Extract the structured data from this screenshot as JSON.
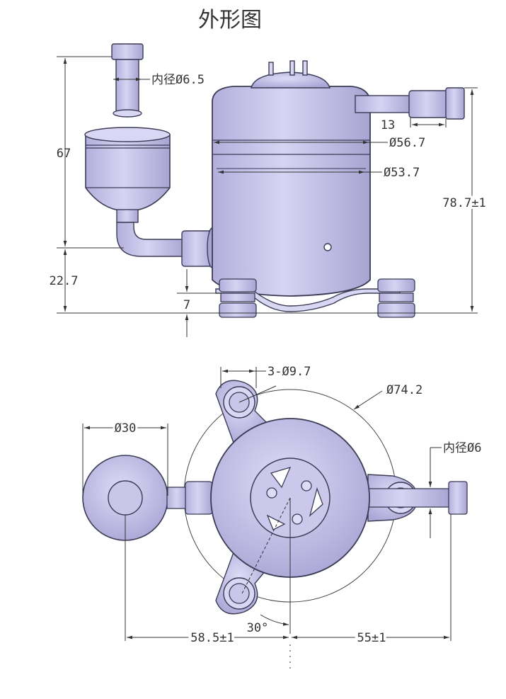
{
  "title": "外形图",
  "side_view": {
    "inlet_inner_diameter": "内径Ø6.5",
    "height_accumulator": "67",
    "pipe_length": "13",
    "shell_outer_diameter": "Ø56.7",
    "shell_inner_diameter": "Ø53.7",
    "total_height": "78.7±1",
    "inlet_height": "22.7",
    "foot_height": "7"
  },
  "top_view": {
    "foot_hole": "3-Ø9.7",
    "mount_circle": "Ø74.2",
    "accumulator_diameter": "Ø30",
    "outlet_inner_diameter": "内径Ø6",
    "angle": "30°",
    "left_offset": "58.5±1",
    "right_offset": "55±1"
  },
  "colors": {
    "part": "#c9c6ea",
    "outline": "#3b3b55",
    "dimension": "#333333"
  }
}
